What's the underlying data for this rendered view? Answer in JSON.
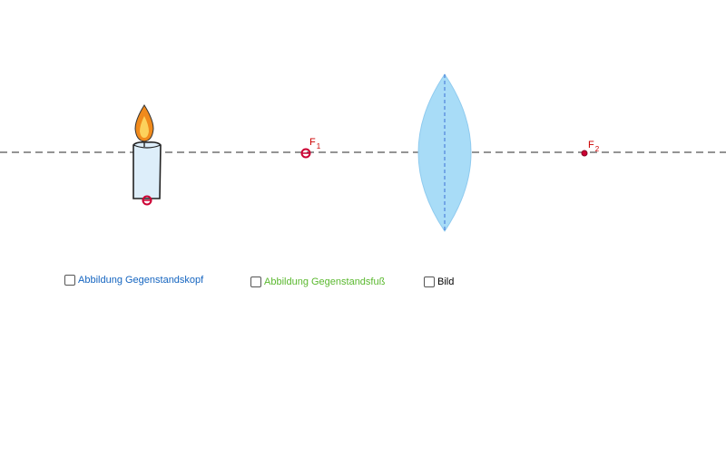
{
  "focal_points": {
    "f1": {
      "base": "F",
      "sub": "1"
    },
    "f2": {
      "base": "F",
      "sub": "2"
    }
  },
  "checkboxes": [
    {
      "label": "Abbildung Gegenstandskopf",
      "color": "#1565c0",
      "checked": false
    },
    {
      "label": "Abbildung Gegenstandsfuß",
      "color": "#5ab82e",
      "checked": false
    },
    {
      "label": "Bild",
      "color": "#000000",
      "checked": false
    }
  ],
  "colors": {
    "lens_fill": "#a8dcf7",
    "lens_axis": "#3b6fd6",
    "optical_axis": "#555555",
    "focal_marker": "#cc0033",
    "candle_body": "#ddeefa",
    "flame_outer": "#f08a1c",
    "flame_inner": "#fcd15c"
  },
  "icons": {
    "candle": "candle-icon"
  }
}
